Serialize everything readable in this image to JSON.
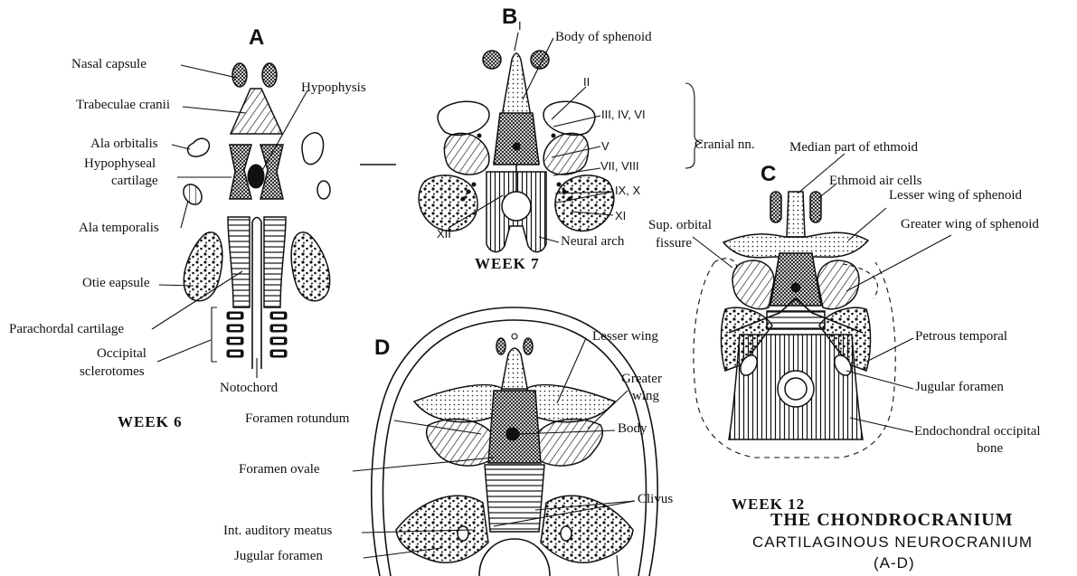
{
  "panels": {
    "a": {
      "letter": "A",
      "week": "WEEK 6",
      "labels": {
        "nasal_capsule": "Nasal capsule",
        "trabeculae_cranii": "Trabeculae cranii",
        "hypophysis": "Hypophysis",
        "ala_orbitalis": "Ala orbitalis",
        "hypophyseal_cartilage_1": "Hypophyseal",
        "hypophyseal_cartilage_2": "cartilage",
        "ala_temporalis": "Ala temporalis",
        "otic_capsule": "Otie eapsule",
        "parachordal_cartilage": "Parachordal cartilage",
        "occipital_sclerotomes_1": "Occipital",
        "occipital_sclerotomes_2": "sclerotomes",
        "notochord": "Notochord"
      }
    },
    "b": {
      "letter": "B",
      "week": "WEEK 7",
      "labels": {
        "n1": "I",
        "body_of_sphenoid": "Body of sphenoid",
        "n2": "II",
        "n3_4_6": "III, IV, VI",
        "cranial_nn": "Cranial nn.",
        "n5": "V",
        "n7_8": "VII, VIII",
        "n9_10": "IX, X",
        "n11": "XI",
        "n12": "XII",
        "neural_arch": "Neural arch"
      }
    },
    "c": {
      "letter": "C",
      "week": "WEEK 12",
      "labels": {
        "median_part_of_ethmoid": "Median part of ethmoid",
        "ethmoid_air_cells": "Ethmoid air cells",
        "lesser_wing_of_sphenoid": "Lesser wing of sphenoid",
        "sup_orbital_fissure_1": "Sup. orbital",
        "sup_orbital_fissure_2": "fissure",
        "greater_wing_of_sphenoid": "Greater wing of sphenoid",
        "petrous_temporal": "Petrous temporal",
        "jugular_foramen": "Jugular foramen",
        "endochondral_occipital_bone_1": "Endochondral occipital",
        "endochondral_occipital_bone_2": "bone"
      }
    },
    "d": {
      "letter": "D",
      "labels": {
        "lesser_wing": "Lesser wing",
        "greater_wing_1": "Greater",
        "greater_wing_2": "wing",
        "body": "Body",
        "foramen_rotundum": "Foramen rotundum",
        "foramen_ovale": "Foramen ovale",
        "clivus": "Clivus",
        "int_auditory_meatus": "Int. auditory meatus",
        "jugular_foramen": "Jugular foramen"
      }
    }
  },
  "title": {
    "main": "THE CHONDROCRANIUM",
    "subtitle": "CARTILAGINOUS NEUROCRANIUM",
    "range": "(A-D)"
  },
  "colors": {
    "ink": "#111111",
    "paper": "#ffffff"
  }
}
